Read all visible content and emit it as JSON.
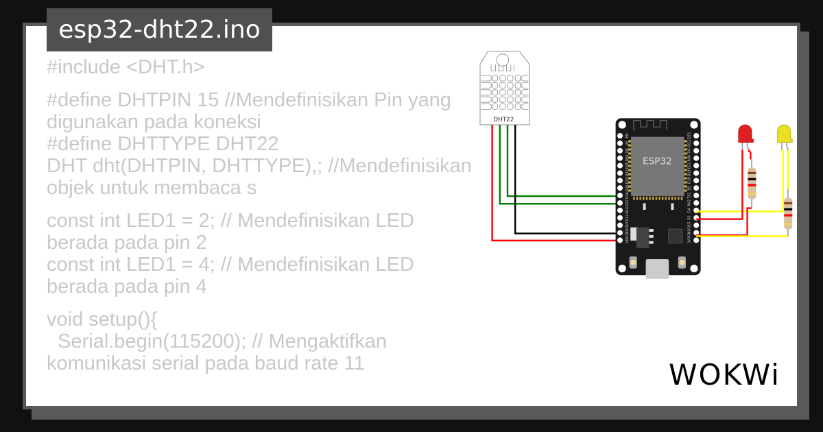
{
  "title": "esp32-dht22.ino",
  "code_lines": [
    "#include <DHT.h>",
    "",
    "#define DHTPIN 15 //Mendefinisikan Pin yang digunakan pada koneksi",
    "#define DHTTYPE DHT22",
    "DHT dht(DHTPIN, DHTTYPE),; //Mendefinisikan objek untuk membaca s",
    "",
    "const int LED1 = 2; // Mendefinisikan LED berada pada pin 2",
    "const int LED1 = 4; // Mendefinisikan LED berada pada pin 4",
    "",
    "void setup(){",
    "  Serial.begin(115200); // Mengaktifkan komunikasi serial pada baud rate 11"
  ],
  "diagram": {
    "dht_label": "DHT22",
    "board_label": "ESP32",
    "left_pins": [
      "EN",
      "VP",
      "VN",
      "D34",
      "D35",
      "D32",
      "D33",
      "D25",
      "D26",
      "D27",
      "D14",
      "D12",
      "D13",
      "GND",
      "VIN"
    ],
    "right_pins": [
      "D23",
      "D22",
      "TX0",
      "RX0",
      "D21",
      "D19",
      "D18",
      "D5",
      "TX2",
      "RX2",
      "D4",
      "D2",
      "D15",
      "GND",
      "3V3"
    ],
    "led_colors": {
      "red": "#e02020",
      "yellow": "#e8e020"
    },
    "wire_colors": {
      "red": "#ff0000",
      "green": "#008000",
      "black": "#000000",
      "yellow": "#ffff00"
    }
  },
  "logo": "WOKWi"
}
